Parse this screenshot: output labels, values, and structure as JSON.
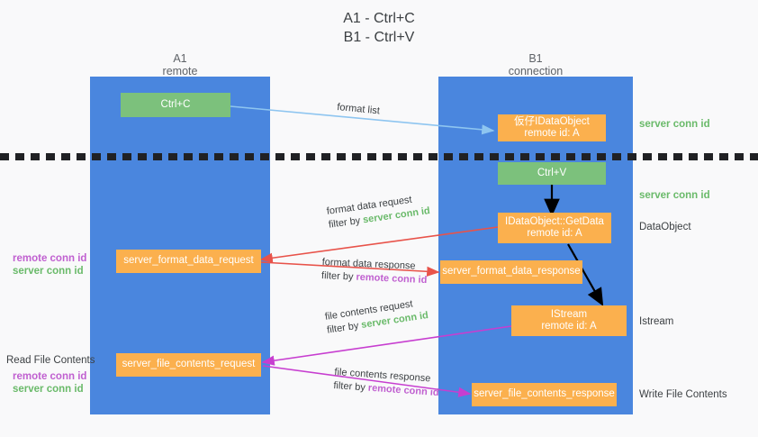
{
  "title": {
    "line1": "A1 - Ctrl+C",
    "line2": "B1 - Ctrl+V"
  },
  "columns": [
    {
      "name": "A1",
      "role": "remote"
    },
    {
      "name": "B1",
      "role": "connection"
    }
  ],
  "boxes": {
    "ctrl_c": "Ctrl+C",
    "ctrl_v": "Ctrl+V",
    "idataobject": {
      "line1": "仮仔IDataObject",
      "line2": "remote id: A"
    },
    "getdata": {
      "line1": "IDataObject::GetData",
      "line2": "remote id: A"
    },
    "istream": {
      "line1": "IStream",
      "line2": "remote id: A"
    },
    "server_format_data_request": "server_format_data_request",
    "server_format_data_response": "server_format_data_response",
    "server_file_contents_request": "server_file_contents_request",
    "server_file_contents_response": "server_file_contents_response"
  },
  "arrow_labels": {
    "format_list": "format list",
    "format_data_request": "format data request",
    "format_data_request_filter_prefix": "filter by ",
    "format_data_request_filter_key": "server conn id",
    "format_data_response": "format data response",
    "format_data_response_filter_prefix": "filter by ",
    "format_data_response_filter_key": "remote conn id",
    "file_contents_request": "file contents request",
    "file_contents_request_filter_prefix": "filter by ",
    "file_contents_request_filter_key": "server conn id",
    "file_contents_response": "file contents response",
    "file_contents_response_filter_prefix": "filter by ",
    "file_contents_response_filter_key": "remote conn id"
  },
  "right_notes": {
    "server_conn_id_top": "server conn id",
    "server_conn_id_mid": "server conn id",
    "dataobject": "DataObject",
    "istream": "Istream",
    "write_file_contents": "Write File Contents"
  },
  "left_notes": {
    "remote_conn_id_1": "remote conn id",
    "server_conn_id_1": "server conn id",
    "read_file_contents": "Read File Contents",
    "remote_conn_id_2": "remote conn id",
    "server_conn_id_2": "server conn id"
  },
  "colors": {
    "lane": "#4a86de",
    "green_box": "#7cc17c",
    "orange_box": "#fbb04e",
    "green_text": "#6aba6a",
    "purple_text": "#c060d0",
    "red_arrow": "#e8534a",
    "magenta_arrow": "#c73ed0",
    "light_blue_arrow": "#8ec5f0",
    "black_arrow": "#000000"
  }
}
